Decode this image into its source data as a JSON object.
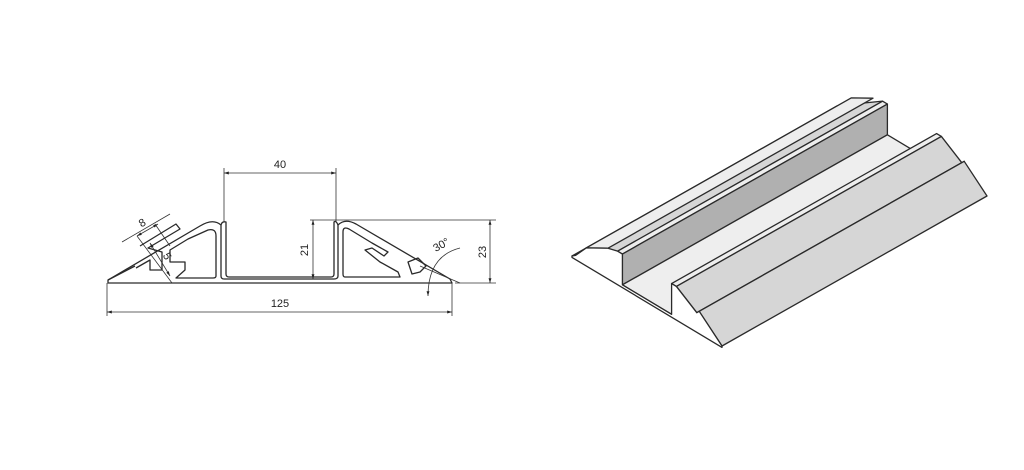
{
  "drawing": {
    "dimensions": {
      "channel_width": "40",
      "channel_height": "21",
      "total_height": "23",
      "total_width": "125",
      "slot_width": "8",
      "slot_depth": "5",
      "angle": "30°"
    }
  },
  "colors": {
    "line": "#2a2a2a",
    "face_light": "#eeeeee",
    "face_mid": "#d6d6d6",
    "face_dark": "#b0b0b0"
  }
}
